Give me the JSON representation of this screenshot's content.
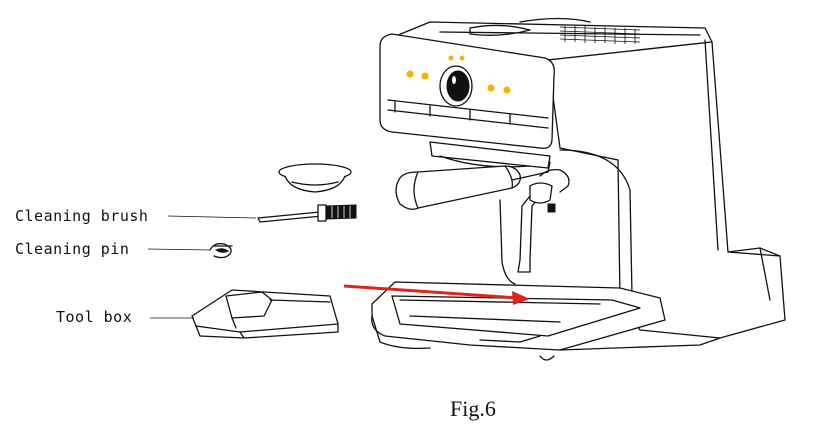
{
  "labels": {
    "cleaning_brush": "Cleaning brush",
    "cleaning_pin": "Cleaning pin",
    "tool_box": "Tool box"
  },
  "caption": "Fig.6",
  "colors": {
    "line": "#111111",
    "arrow": "#e0231c",
    "indicator": "#f2b400",
    "background": "#ffffff"
  }
}
